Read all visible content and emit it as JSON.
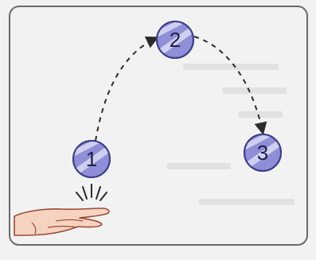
{
  "diagram": {
    "balls": [
      {
        "label": "1"
      },
      {
        "label": "2"
      },
      {
        "label": "3"
      }
    ],
    "colors": {
      "ball_fill": "#8f8fd8",
      "ball_stripe": "#cfcff0",
      "ball_outline": "#3e3e8a",
      "arrow": "#2b2b2b",
      "panel_border": "#6b6b6b",
      "background": "#f2f2f2",
      "hand_skin": "#f6d3c0",
      "hand_outline": "#9a4a3a"
    },
    "icons": [
      "hand-icon",
      "impact-lines-icon"
    ]
  }
}
